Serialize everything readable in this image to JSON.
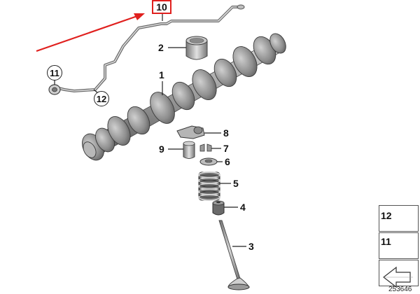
{
  "callouts": {
    "c1": "1",
    "c2": "2",
    "c3": "3",
    "c4": "4",
    "c5": "5",
    "c6": "6",
    "c7": "7",
    "c8": "8",
    "c9": "9",
    "c10": "10",
    "c11": "11",
    "c12": "12"
  },
  "legend": {
    "item12": "12",
    "item11": "11"
  },
  "diagram_id": "253646",
  "colors": {
    "highlight_red": "#e0201e",
    "part_gray": "#8a8a8a",
    "part_dark": "#4a4a4a"
  }
}
